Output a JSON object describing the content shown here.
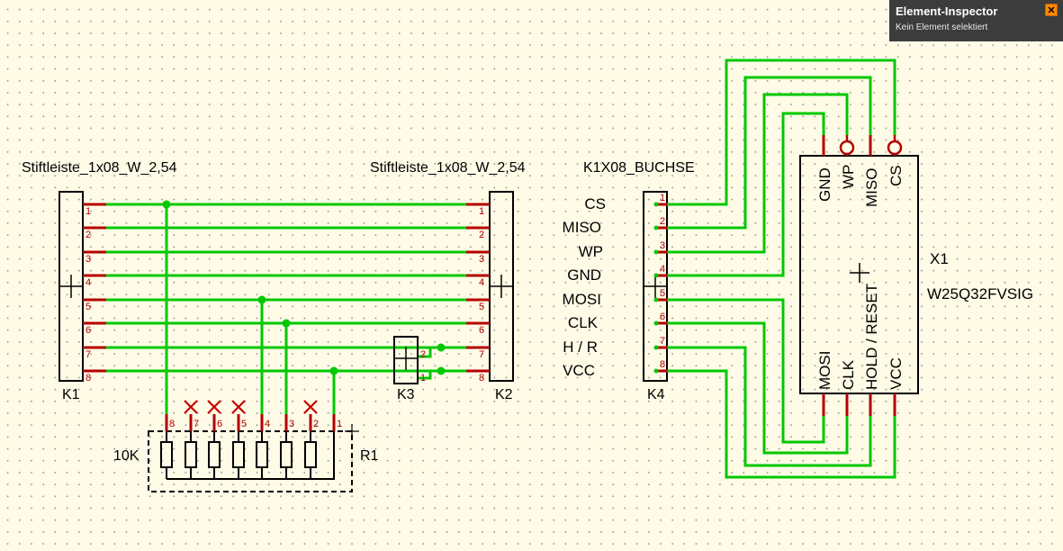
{
  "inspector": {
    "title": "Element-Inspector",
    "status": "Kein Element selektiert",
    "close_icon": "close-icon"
  },
  "schematic": {
    "k1": {
      "value": "Stiftleiste_1x08_W_2,54",
      "ref": "K1",
      "pins": [
        "1",
        "2",
        "3",
        "4",
        "5",
        "6",
        "7",
        "8"
      ]
    },
    "k2": {
      "value": "Stiftleiste_1x08_W_2,54",
      "ref": "K2",
      "pins": [
        "1",
        "2",
        "3",
        "4",
        "5",
        "6",
        "7",
        "8"
      ]
    },
    "k3": {
      "ref": "K3",
      "pins": [
        "2",
        "1"
      ]
    },
    "k4": {
      "value": "K1X08_BUCHSE",
      "ref": "K4",
      "pins": [
        "1",
        "2",
        "3",
        "4",
        "5",
        "6",
        "7",
        "8"
      ],
      "signals": [
        "CS",
        "MISO",
        "WP",
        "GND",
        "MOSI",
        "CLK",
        "H / R",
        "VCC"
      ]
    },
    "r1": {
      "value": "10K",
      "ref": "R1",
      "pins": [
        "8",
        "7",
        "6",
        "5",
        "4",
        "3",
        "2",
        "1"
      ]
    },
    "x1": {
      "ref": "X1",
      "value": "W25Q32FVSIG",
      "top_pins": [
        "GND",
        "WP",
        "MISO",
        "CS"
      ],
      "bottom_pins": [
        "MOSI",
        "CLK",
        "HOLD / RESET",
        "VCC"
      ]
    }
  },
  "colors": {
    "wire": "#00c800",
    "pin": "#b40000",
    "mark": "#c80000",
    "background": "#fffbe6"
  }
}
